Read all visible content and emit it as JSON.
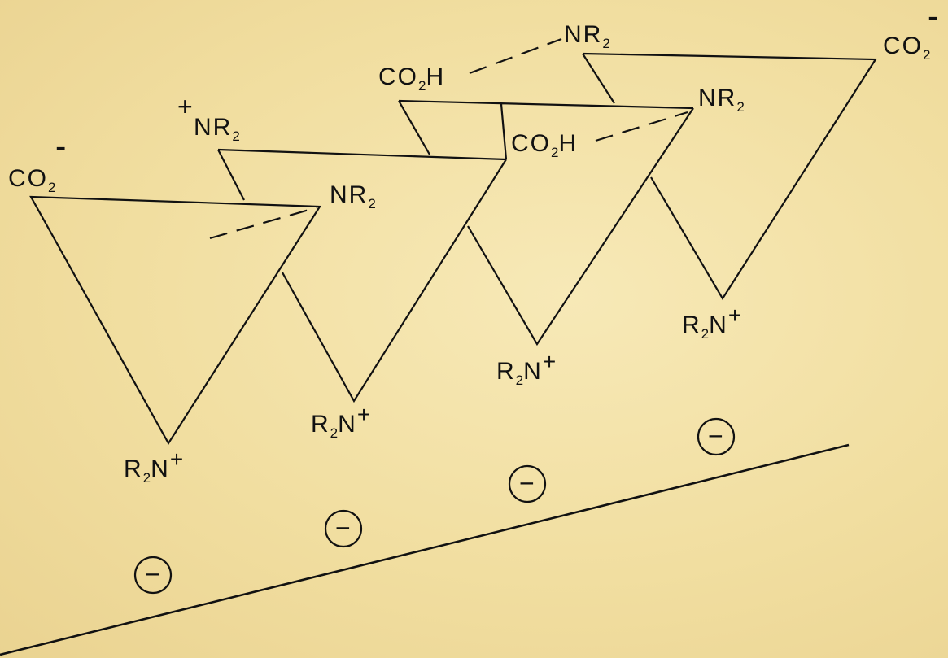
{
  "labels": {
    "co2_left": {
      "main": "CO",
      "sub": "2"
    },
    "co2_left_charge": "-",
    "nr2_plus_sign": "+",
    "nr2_second_top": {
      "main": "NR",
      "sub": "2"
    },
    "nr2_first_right": {
      "main": "NR",
      "sub": "2"
    },
    "co2h_third_top": {
      "main": "CO",
      "sub": "2",
      "tail": "H"
    },
    "co2h_second_right": {
      "main": "CO",
      "sub": "2",
      "tail": "H"
    },
    "nr2_fourth_top": {
      "main": "NR",
      "sub": "2"
    },
    "nr2_third_right": {
      "main": "NR",
      "sub": "2"
    },
    "co2_right": {
      "main": "CO",
      "sub": "2"
    },
    "co2_right_charge": "-",
    "r2n_1": {
      "pre": "R",
      "sub": "2",
      "main": "N",
      "sup": "+"
    },
    "r2n_2": {
      "pre": "R",
      "sub": "2",
      "main": "N",
      "sup": "+"
    },
    "r2n_3": {
      "pre": "R",
      "sub": "2",
      "main": "N",
      "sup": "+"
    },
    "r2n_4": {
      "pre": "R",
      "sub": "2",
      "main": "N",
      "sup": "+"
    }
  },
  "surface_charges": [
    "−",
    "−",
    "−",
    "−"
  ],
  "colors": {
    "ink": "#111111",
    "background": "#f3e2a6"
  }
}
